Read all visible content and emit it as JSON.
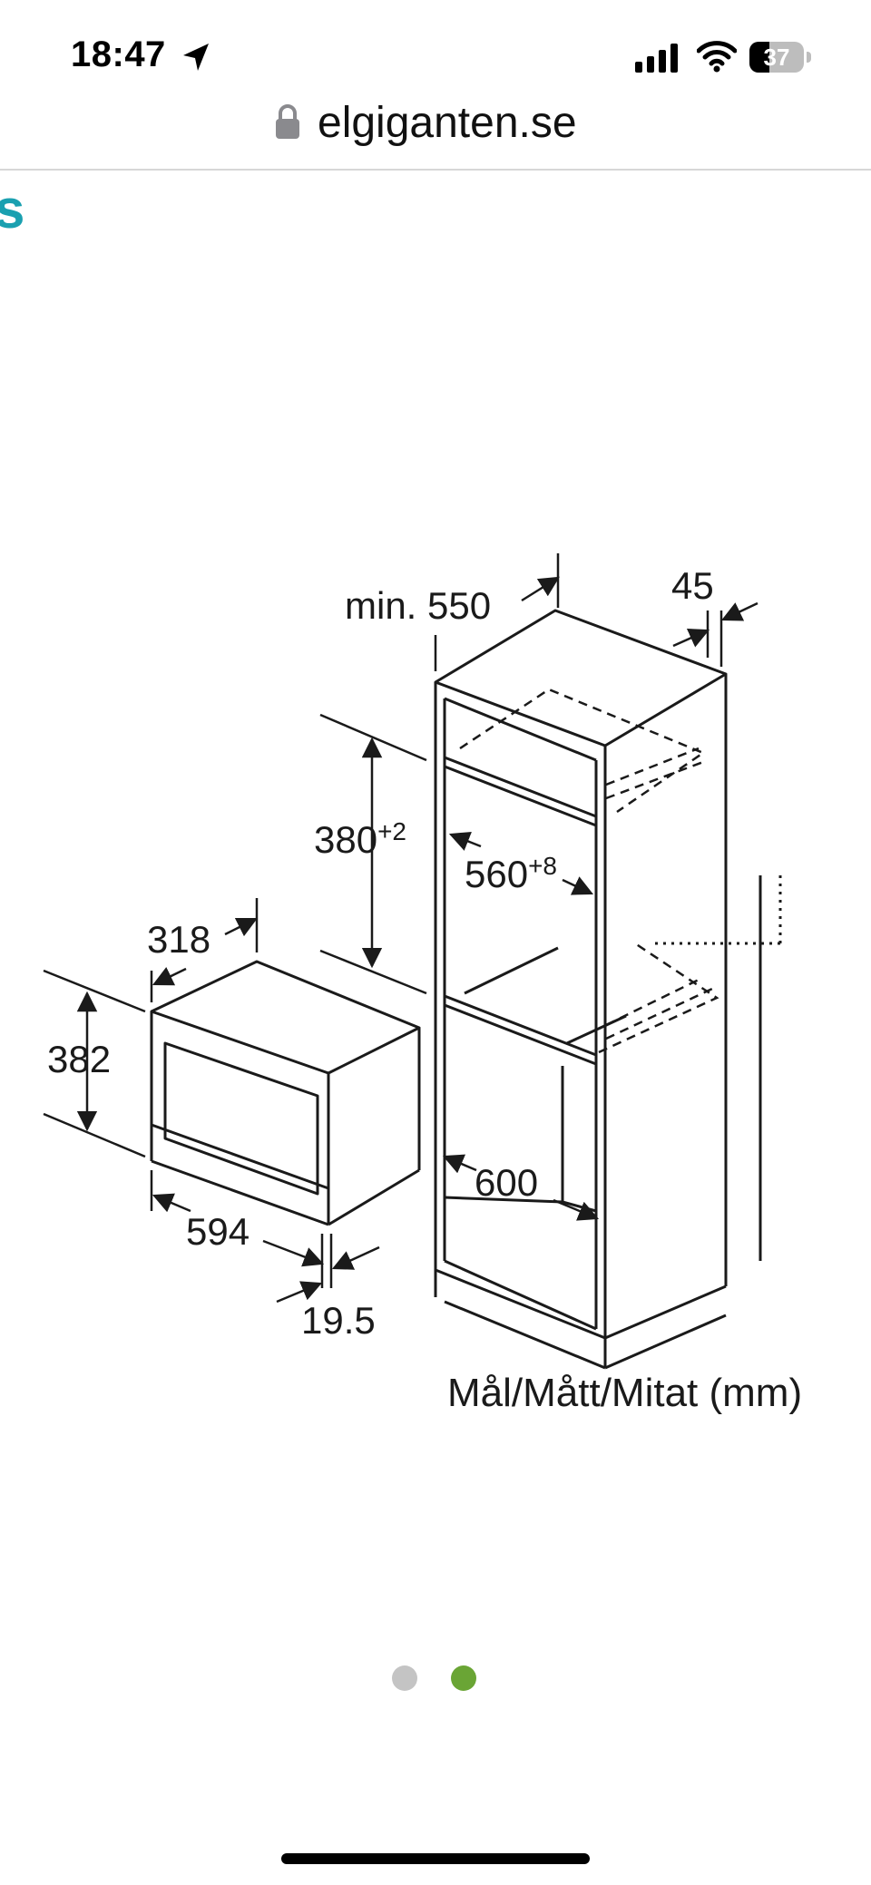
{
  "status_bar": {
    "time": "18:47",
    "battery_level": "37",
    "battery_fraction": 0.37,
    "icons": [
      "location-arrow-icon",
      "cellular-signal-icon",
      "wifi-icon",
      "battery-icon"
    ]
  },
  "browser": {
    "url": "elgiganten.se",
    "lock_icon": "lock-icon"
  },
  "page": {
    "brand_fragment": "s",
    "brand_color": "#1aa0b0"
  },
  "diagram": {
    "labels": {
      "min_550": "min. 550",
      "d45": "45",
      "d380": "380",
      "d380_tol": "+2",
      "d560": "560",
      "d560_tol": "+8",
      "d318": "318",
      "d382": "382",
      "d600": "600",
      "d594": "594",
      "d19_5": "19.5"
    },
    "caption": "Mål/Mått/Mitat (mm)"
  },
  "carousel": {
    "active_index": 2,
    "total": 2,
    "active_color": "#6aa535",
    "inactive_color": "#c4c4c4"
  }
}
